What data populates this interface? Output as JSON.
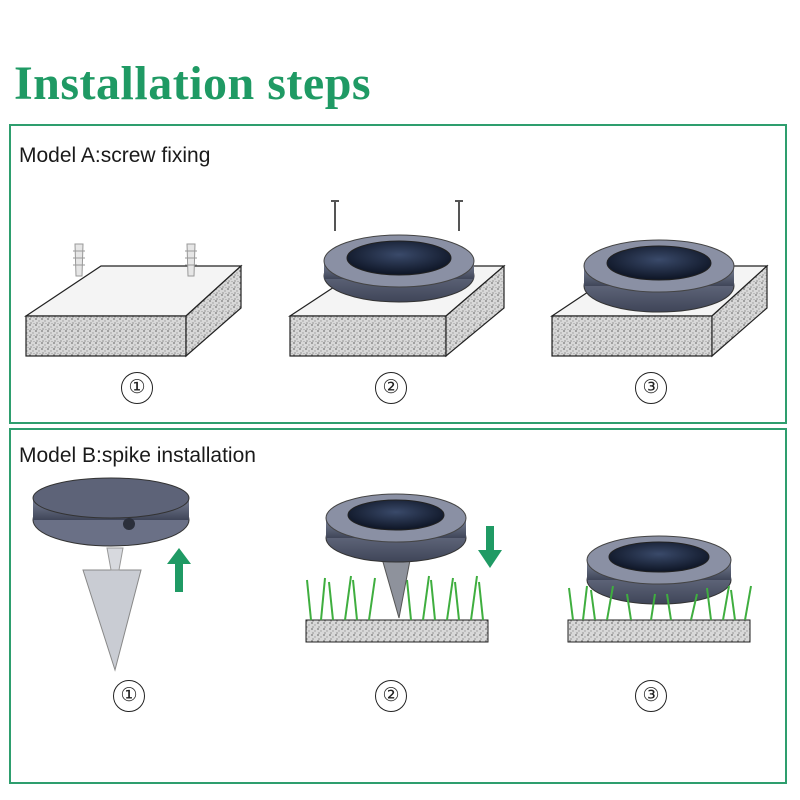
{
  "title": "Installation steps",
  "colors": {
    "title": "#1f9a64",
    "border": "#2e9e6e",
    "arrow": "#1f9a64",
    "grass": "#3fae3f"
  },
  "model_a": {
    "label": "Model A:screw fixing",
    "steps": [
      "①",
      "②",
      "③"
    ]
  },
  "model_b": {
    "label": "Model B:spike installation",
    "steps": [
      "①",
      "②",
      "③"
    ]
  }
}
